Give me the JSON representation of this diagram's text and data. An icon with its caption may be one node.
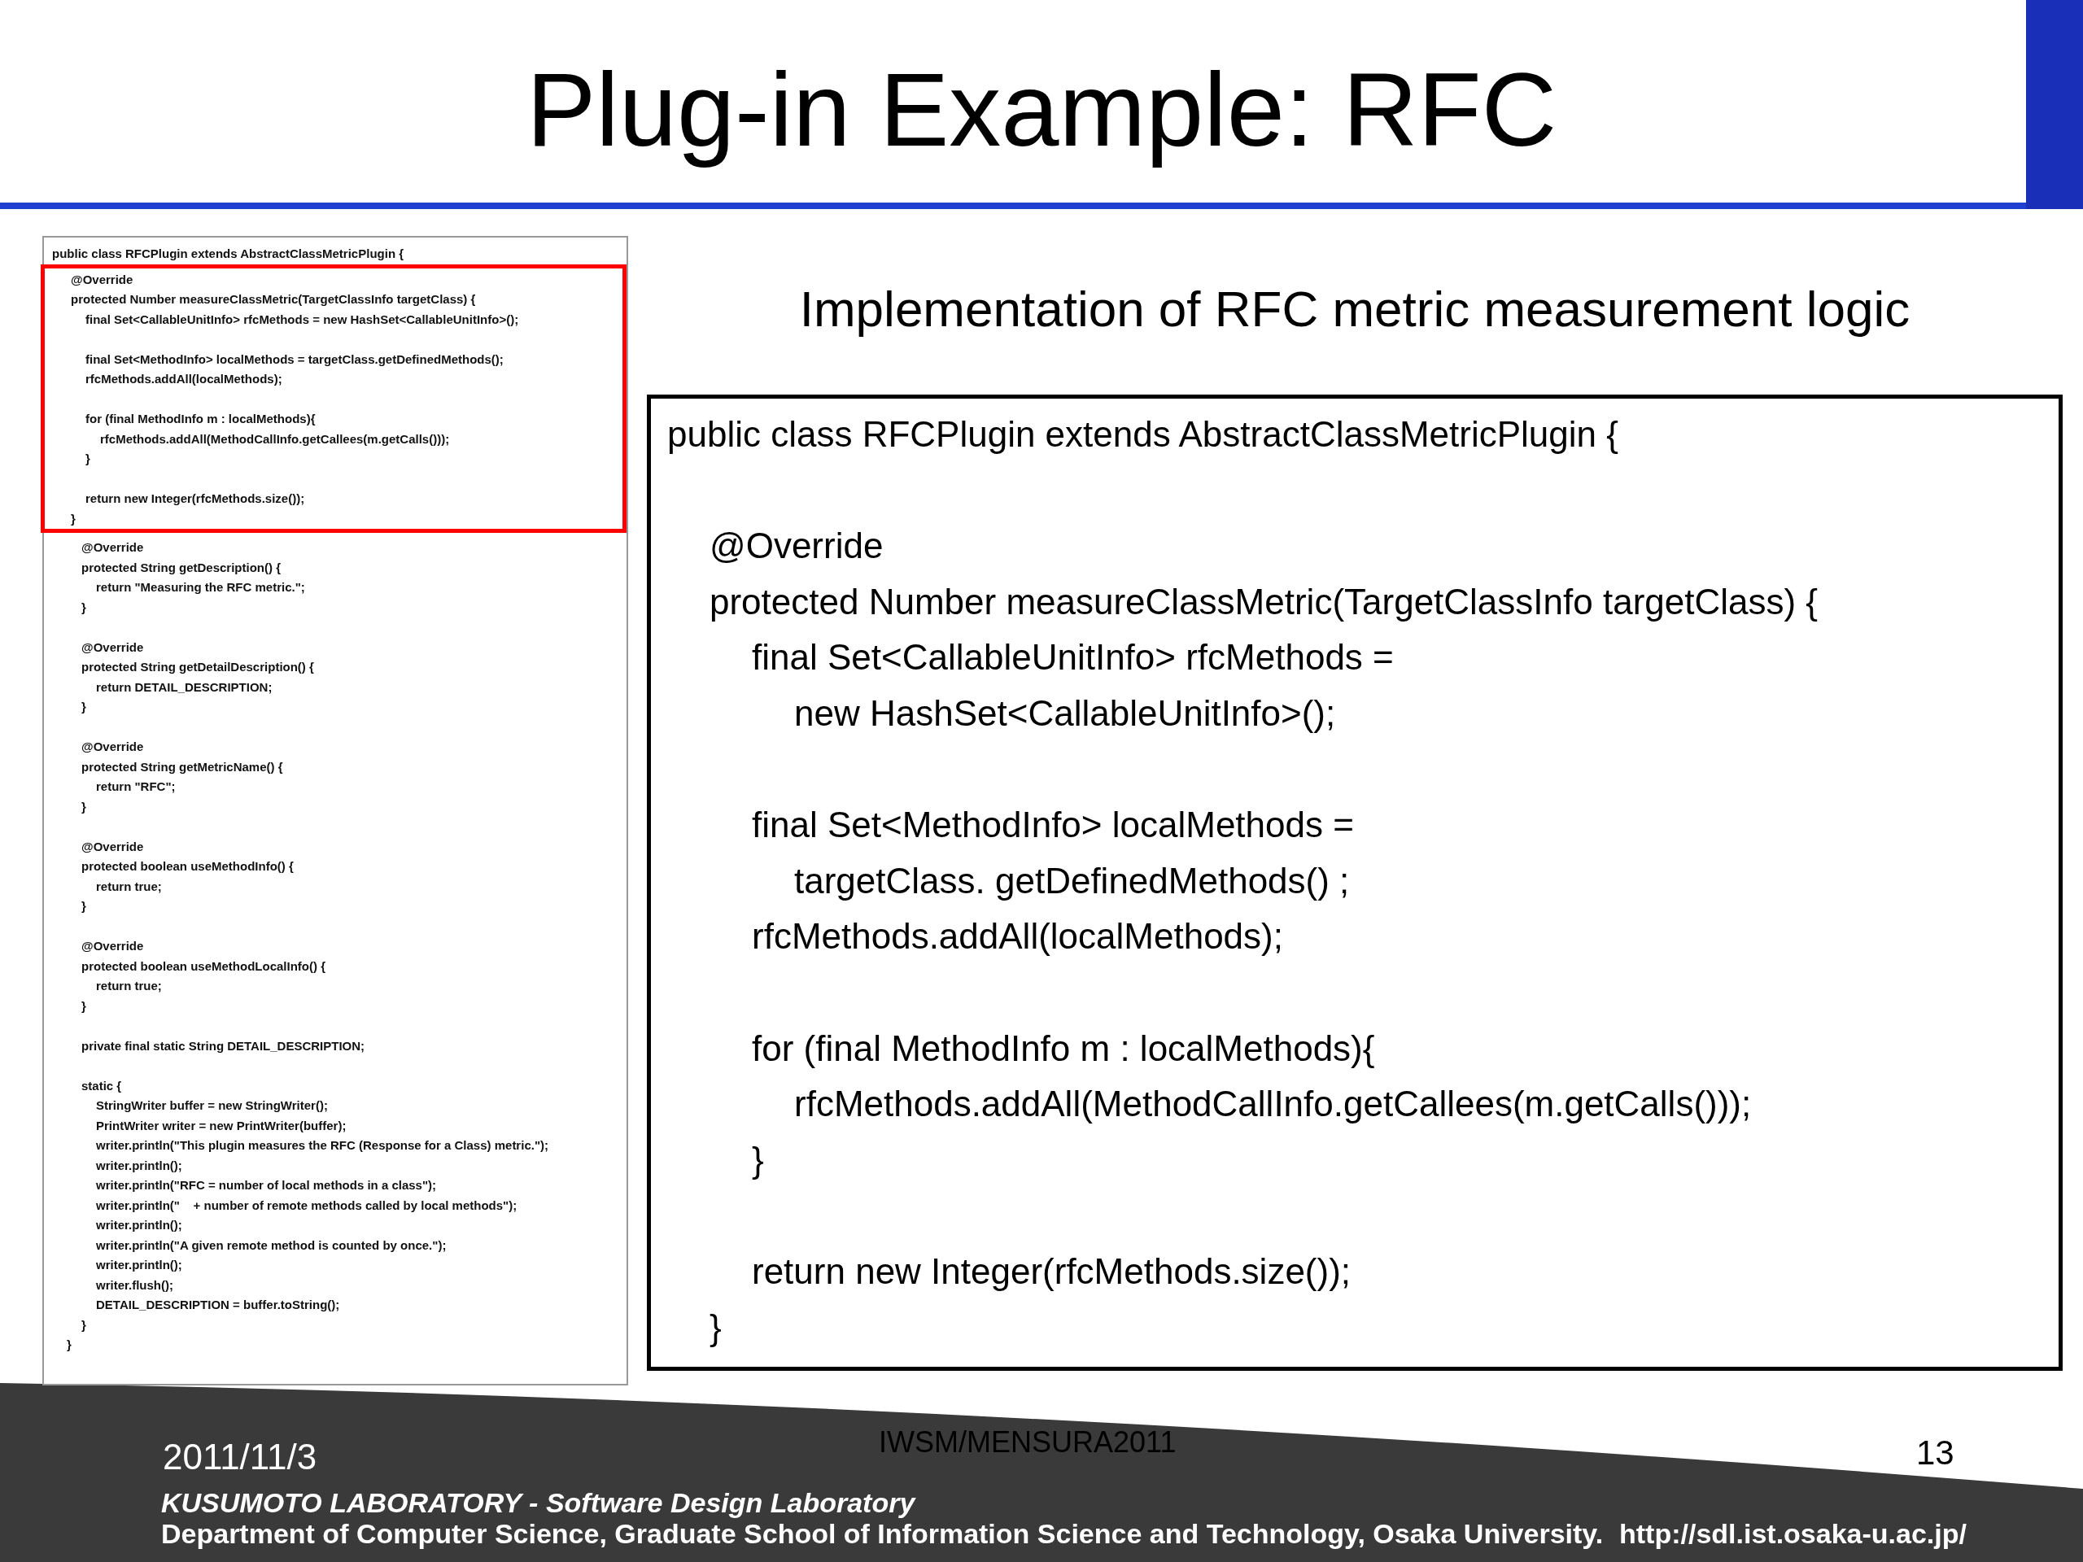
{
  "diagram": {
    "title": "Plug-in Example: RFC",
    "nodes": [
      {
        "text": [
          "public class RFCPlugin extends AbstractClassMetricPlugin {",
          "@Override",
          "protected String getDescription() {",
          "return \"Measuring the RFC metric.\";",
          "}",
          "@Override",
          "protected String getDetailDescription() {",
          "return DETAIL_DESCRIPTION;",
          "}",
          "@Override",
          "protected String getMetricName() {",
          "return \"RFC\";",
          "}",
          "@Override",
          "protected boolean useMethodInfo() {",
          "return true;",
          "}",
          "@Override",
          "protected boolean useMethodLocalInfo() {",
          "return true;",
          "}",
          "private final static String DETAIL_DESCRIPTION;",
          "static {",
          "StringWriter buffer = new StringWriter();",
          "PrintWriter writer = new PrintWriter(buffer);",
          "writer.println(\"This plugin measures the RFC (Response for a Class) metric.\");",
          "writer.println();",
          "writer.println(\"RFC = number of local methods in a class\");",
          "writer.println(\"    + number of remote methods called by local methods\");",
          "writer.println();",
          "writer.println(\"A given remote method is counted by once.\");",
          "writer.println();",
          "writer.flush();",
          "DETAIL_DESCRIPTION = buffer.toString();",
          "}",
          "}"
        ]
      },
      {
        "text": [
          "@Override",
          "protected Number measureClassMetric(TargetClassInfo targetClass) {",
          "final Set<CallableUnitInfo> rfcMethods = new HashSet<CallableUnitInfo>();",
          "final Set<MethodInfo> localMethods = targetClass.getDefinedMethods();",
          "rfcMethods.addAll(localMethods);",
          "for (final MethodInfo m : localMethods){",
          "rfcMethods.addAll(MethodCallInfo.getCallees(m.getCalls()));",
          "}",
          "return new Integer(rfcMethods.size());",
          "}"
        ],
        "in": 0
      },
      {
        "text": [
          "Implementation of RFC metric measurement logic",
          "public class RFCPlugin extends AbstractClassMetricPlugin {",
          "@Override",
          "protected Number measureClassMetric(TargetClassInfo targetClass) {",
          "final Set<CallableUnitInfo> rfcMethods =",
          "new HashSet<CallableUnitInfo>();",
          "final Set<MethodInfo> localMethods =",
          "targetClass. getDefinedMethods() ;",
          "rfcMethods.addAll(localMethods);",
          "for (final MethodInfo m : localMethods){",
          "rfcMethods.addAll(MethodCallInfo.getCallees(m.getCalls()));",
          "}",
          "return new Integer(rfcMethods.size());",
          "}"
        ]
      }
    ],
    "labels": [
      "2011/11/3",
      "IWSM/MENSURA2011",
      "13",
      "KUSUMOTO LABORATORY - Software Design Laboratory",
      "Department of Computer Science, Graduate School of Information Science and Technology, Osaka University.",
      "http://sdl.ist.osaka-u.ac.jp/"
    ]
  }
}
